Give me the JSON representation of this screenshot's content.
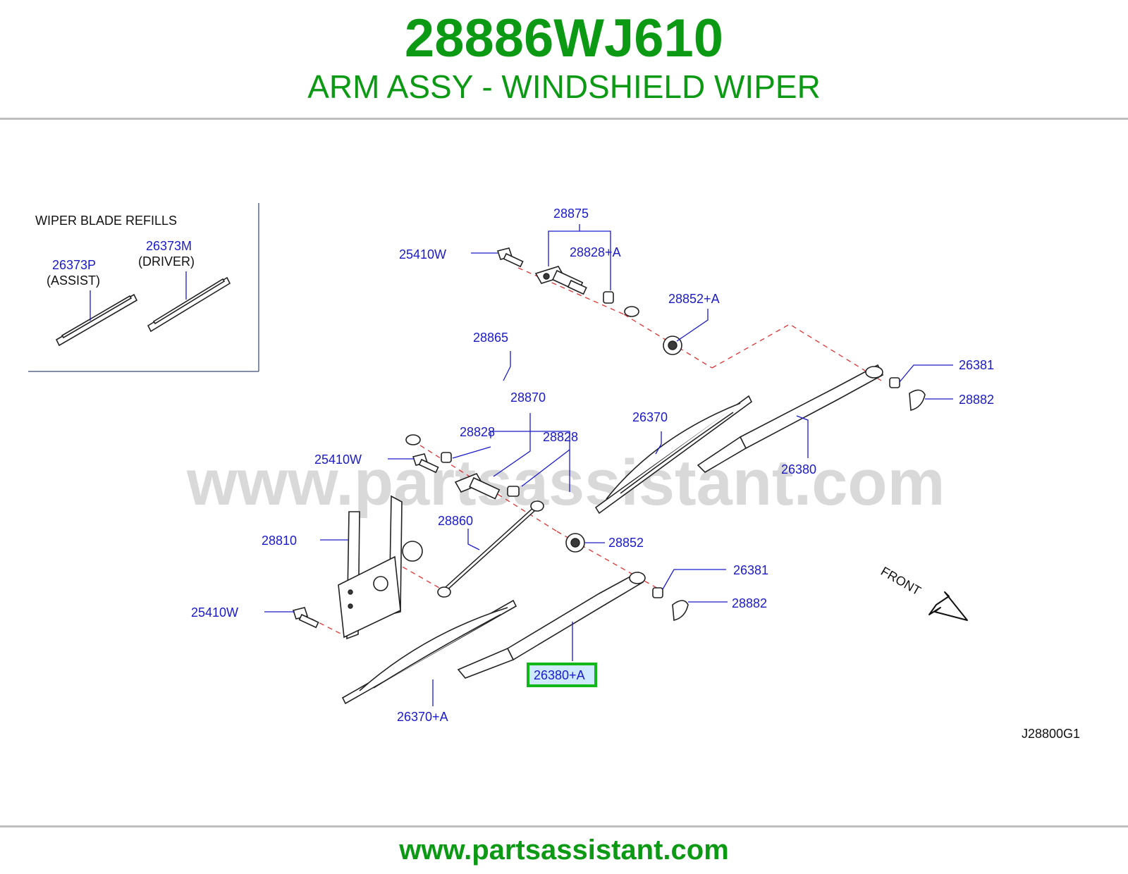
{
  "header": {
    "part_number": "28886WJ610",
    "part_title": "ARM ASSY - WINDSHIELD WIPER"
  },
  "watermark": "www.partsassistant.com",
  "inset": {
    "title": "WIPER   BLADE   REFILLS",
    "driver_part": "26373M",
    "driver_note": "(DRIVER)",
    "assist_part": "26373P",
    "assist_note": "(ASSIST)"
  },
  "callouts": {
    "c28875": "28875",
    "c25410w_top": "25410W",
    "c28828a": "28828+A",
    "c28852a": "28852+A",
    "c28865": "28865",
    "c26381_top": "26381",
    "c28882_top": "28882",
    "c28870": "28870",
    "c28828_left": "28828",
    "c28828_right": "28828",
    "c26370": "26370",
    "c25410w_mid": "25410W",
    "c26380": "26380",
    "c28860": "28860",
    "c28810": "28810",
    "c28852": "28852",
    "c26381_bottom": "26381",
    "c28882_bottom": "28882",
    "c25410w_bottom": "25410W",
    "c26380a": "26380+A",
    "c26370a": "26370+A"
  },
  "front_label": "FRONT",
  "diagram_code": "J28800G1",
  "footer": {
    "url": "www.partsassistant.com"
  },
  "colors": {
    "brand_green": "#0c9a15",
    "callout_blue": "#1a1acc",
    "highlight_green": "#12b81a"
  }
}
